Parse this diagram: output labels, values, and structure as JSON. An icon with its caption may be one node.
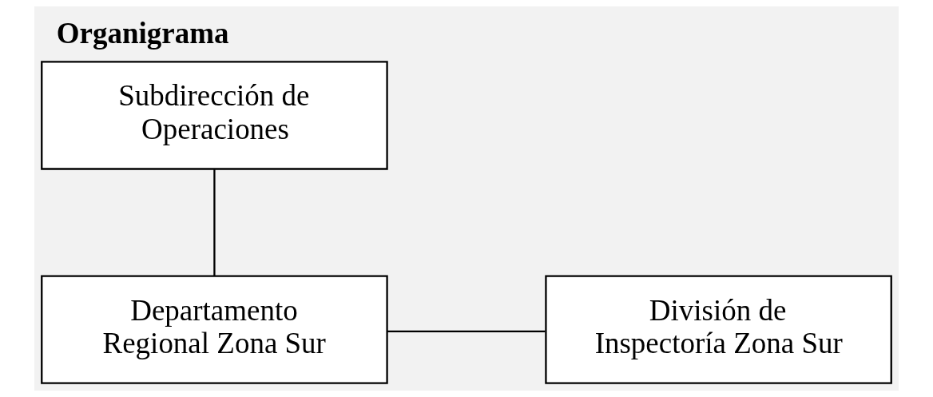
{
  "diagram": {
    "title": "Organigrama",
    "nodes": [
      {
        "text": [
          "Subdirección de Operaciones"
        ]
      },
      {
        "text": [
          "Departamento Regional Zona Sur"
        ]
      },
      {
        "text": [
          "División de Inspectoría Zona Sur"
        ]
      }
    ],
    "edges": [
      {
        "from": 0,
        "to": 1,
        "arrow": "none"
      },
      {
        "from": 1,
        "to": 2,
        "arrow": "none"
      }
    ]
  }
}
